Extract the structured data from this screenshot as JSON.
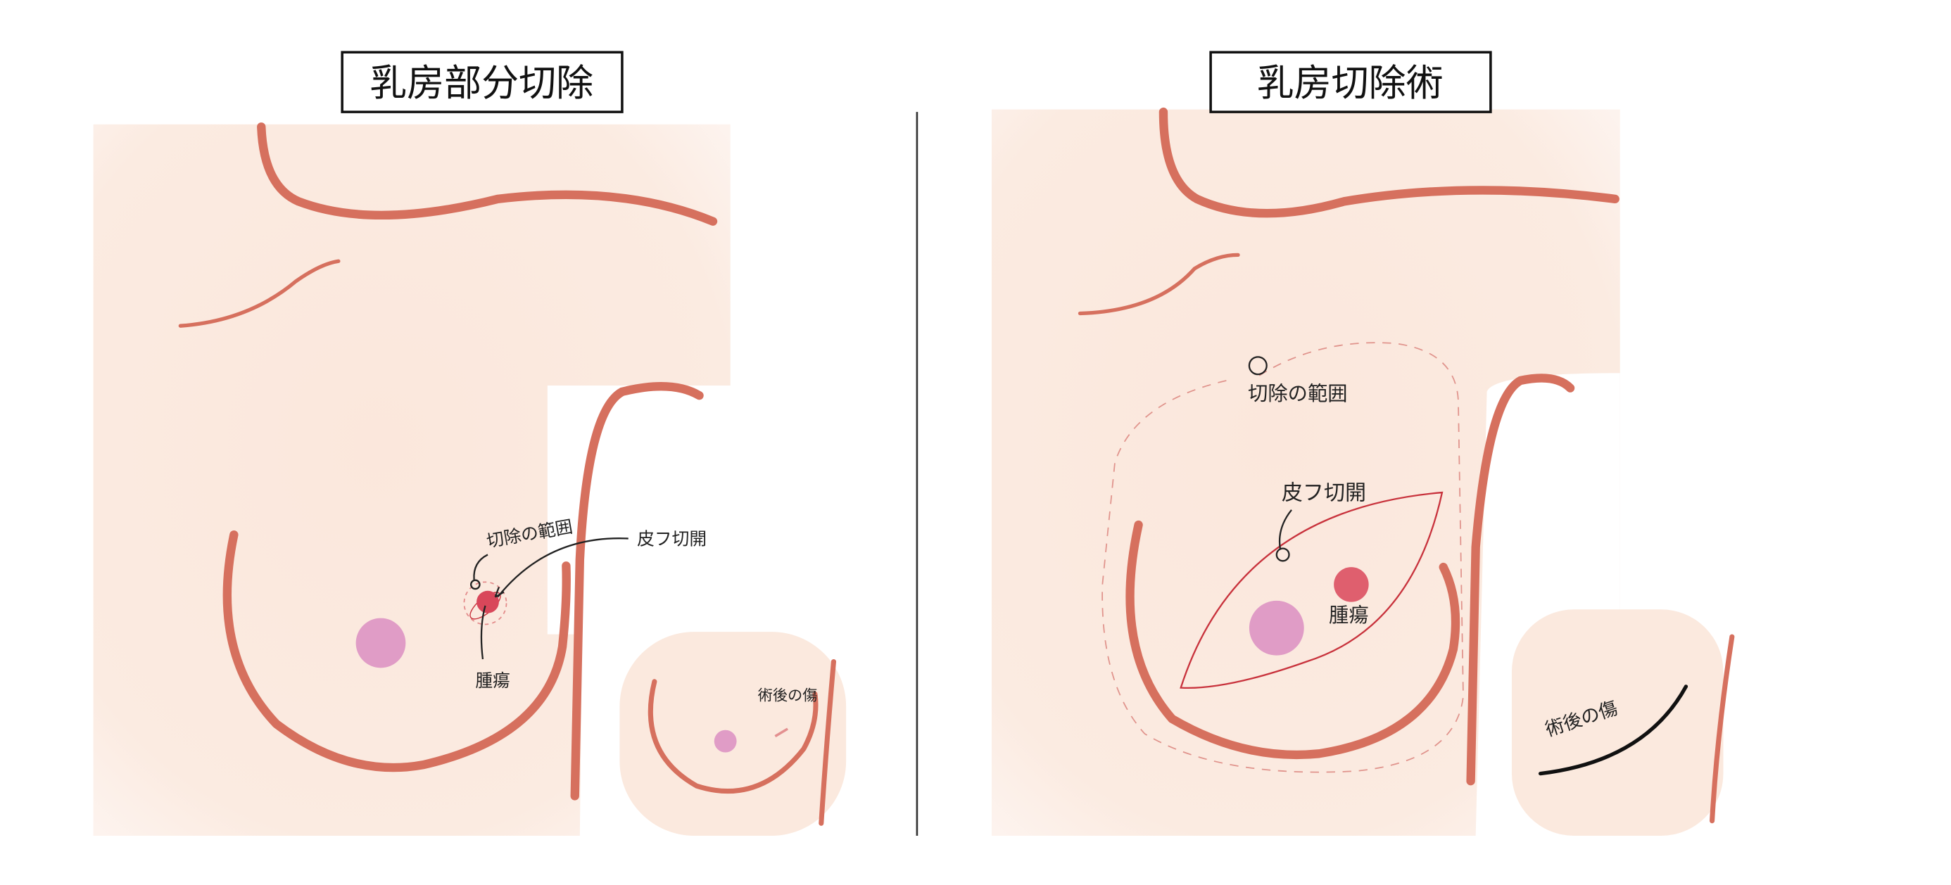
{
  "panels": [
    {
      "title": "乳房部分切除",
      "labels": {
        "excision_range": "切除の範囲",
        "skin_incision": "皮フ切開",
        "tumor": "腫瘍",
        "postop_scar": "術後の傷"
      }
    },
    {
      "title": "乳房切除術",
      "labels": {
        "excision_range": "切除の範囲",
        "skin_incision": "皮フ切開",
        "tumor": "腫瘍",
        "postop_scar": "術後の傷"
      }
    }
  ],
  "colors": {
    "skin": "#fbe9de",
    "body_line": "#d6705e",
    "nipple": "#e09cc6",
    "tumor": "#d9475a",
    "incision": "#c8323c"
  }
}
